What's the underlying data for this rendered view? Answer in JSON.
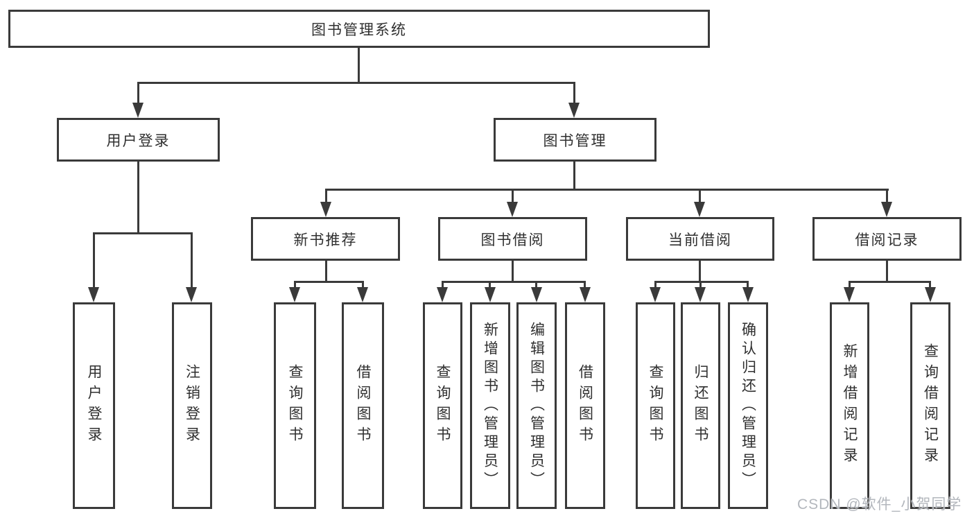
{
  "diagram": {
    "root": {
      "label": "图书管理系统"
    },
    "level1": {
      "user_login": "用户登录",
      "book_mgmt": "图书管理"
    },
    "level2": {
      "new_rec": "新书推荐",
      "book_borrow": "图书借阅",
      "current_borrow": "当前借阅",
      "borrow_record": "借阅记录"
    },
    "leaves": {
      "login": "用户登录",
      "logout": "注销登录",
      "rec_query": "查询图书",
      "rec_borrow": "借阅图书",
      "bb_query": "查询图书",
      "bb_add": "新增图书（管理员）",
      "bb_edit": "编辑图书（管理员）",
      "bb_borrow": "借阅图书",
      "cb_query": "查询图书",
      "cb_return": "归还图书",
      "cb_confirm": "确认归还（管理员）",
      "br_add": "新增借阅记录",
      "br_query": "查询借阅记录"
    },
    "watermark": "CSDN @软件_小贺同学",
    "colors": {
      "line": "#3a3a3a",
      "text": "#2f2f2f",
      "watermark": "#b3b7bd",
      "background": "#ffffff"
    }
  }
}
